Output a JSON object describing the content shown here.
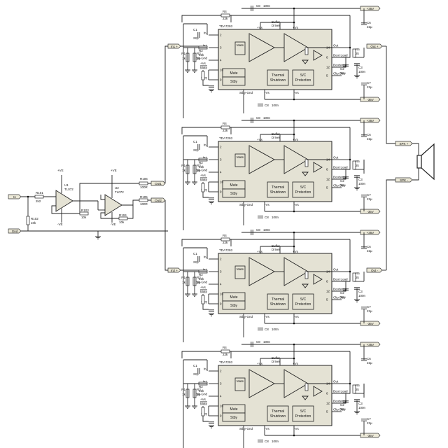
{
  "ic": {
    "part": "TDA7293",
    "buffer_driver": [
      "Buffer",
      "Driver"
    ],
    "mute": "Mute",
    "stby": "Stby",
    "thermal": [
      "Thermal",
      "Shutdown"
    ],
    "sc": [
      "S/C",
      "Protection"
    ],
    "pin_in_minus": "In-",
    "pin_in_plus": "In+",
    "pin_sig_gnd": "Sig-Gnd",
    "pin_mute": "Mute",
    "pin_stby": "Stby",
    "pin_out": "Out",
    "pin_boot_load": "Boot Load",
    "pin_bootstrap": "Bootstrap",
    "pin_clip_det": "Clip Det.",
    "pin_stby_gnd": "Stby-Gnd",
    "pin_vs_plus": "+Vs",
    "pin_vs_minus": "-Vs",
    "vs_plus": "+Vs",
    "pins": {
      "p2": "2",
      "p3": "3",
      "p4": "4",
      "p9": "9",
      "p10": "10",
      "p1": "1",
      "p7": "7",
      "p13": "13",
      "p11": "11",
      "p14": "14",
      "p6": "6",
      "p12": "12",
      "p8": "8",
      "p15": "15",
      "p5": "5"
    }
  },
  "parts": {
    "c8": "C8",
    "c8_val": "100n",
    "c_bot": "C8",
    "c_bot_val": "100n",
    "r4": "R4",
    "r4_val": "22k",
    "c1": "C1",
    "c1_val": "22µ",
    "r1": "R1",
    "r1_val": "1k",
    "r2": "R2",
    "r2_val": "22k",
    "r3": "R3",
    "r3_val": "1k",
    "r5": "R5",
    "r5_val": "2k",
    "c2": "C2",
    "c2_val": "22µ",
    "c3": "C3",
    "c3_val": "100n",
    "c6": "C6",
    "c6_val": "22µ",
    "c7": "C7",
    "c7_val": "22µ"
  },
  "rails": {
    "plus": "+35V",
    "minus": "-35V"
  },
  "ports": {
    "in1": "In1 +",
    "in2": "In2 +",
    "out_plus": "Out +",
    "out_minus": "Out -",
    "spk_plus": "SPK +",
    "spk_minus": "SPK -",
    "out1": "Out1",
    "out2": "Out2",
    "in": "In",
    "gnd": "Gnd"
  },
  "front": {
    "u1": "U1",
    "u1_part": "TL072",
    "u2": "U2",
    "u2_part": "TL072",
    "r101": "R101",
    "r101_val": "2k2",
    "r102": "R102",
    "r102_val": "10k",
    "r103": "R103",
    "r103_val": "10k",
    "r104": "R104",
    "r104_val": "10k",
    "r105": "R105",
    "r105_val": "100R",
    "r106": "R106",
    "r106_val": "100R",
    "vplus": "+VE",
    "vminus": "-VE"
  }
}
